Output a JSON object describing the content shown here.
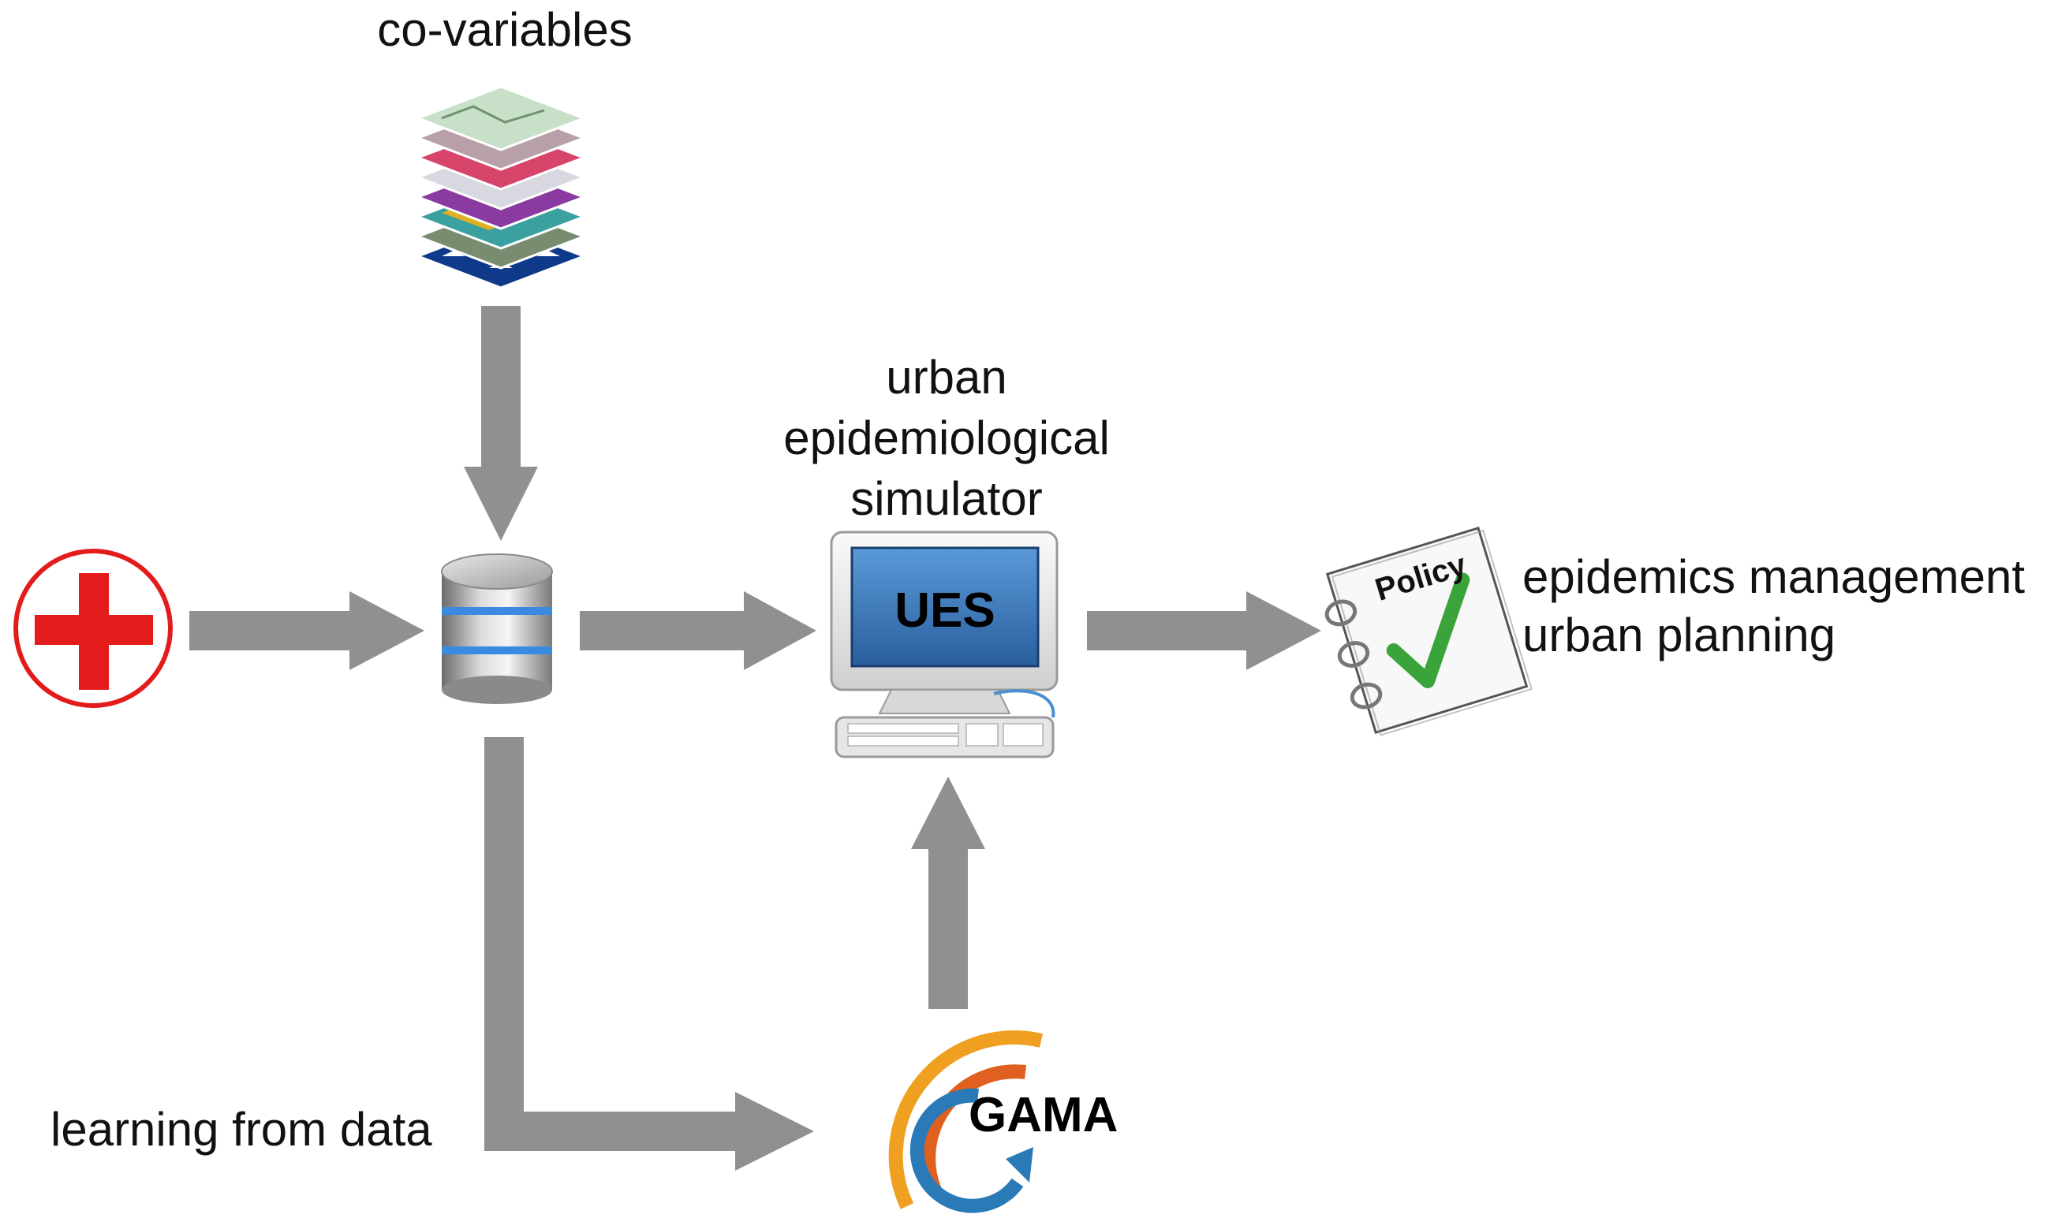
{
  "labels": {
    "covariables": "co-variables",
    "simulator_lines": [
      "urban",
      "epidemiological",
      "simulator"
    ],
    "outcome_lines": [
      "epidemics management",
      "urban planning"
    ],
    "learning": "learning from data"
  },
  "monitor": {
    "screen_text": "UES"
  },
  "notebook": {
    "title": "Policy"
  },
  "gama": {
    "text": "GAMA"
  },
  "colors": {
    "arrow": "#909090",
    "hospital_red": "#e31b1b",
    "screen_blue": "#2f6fb7",
    "check_green": "#3aa33a",
    "gama_orange": "#f0a020",
    "gama_darkorange": "#e06020",
    "gama_blue": "#2a7ab8"
  },
  "icons": [
    "map-layers-icon",
    "hospital-cross-icon",
    "database-icon",
    "computer-monitor-icon",
    "policy-notebook-icon",
    "gama-logo-icon"
  ]
}
